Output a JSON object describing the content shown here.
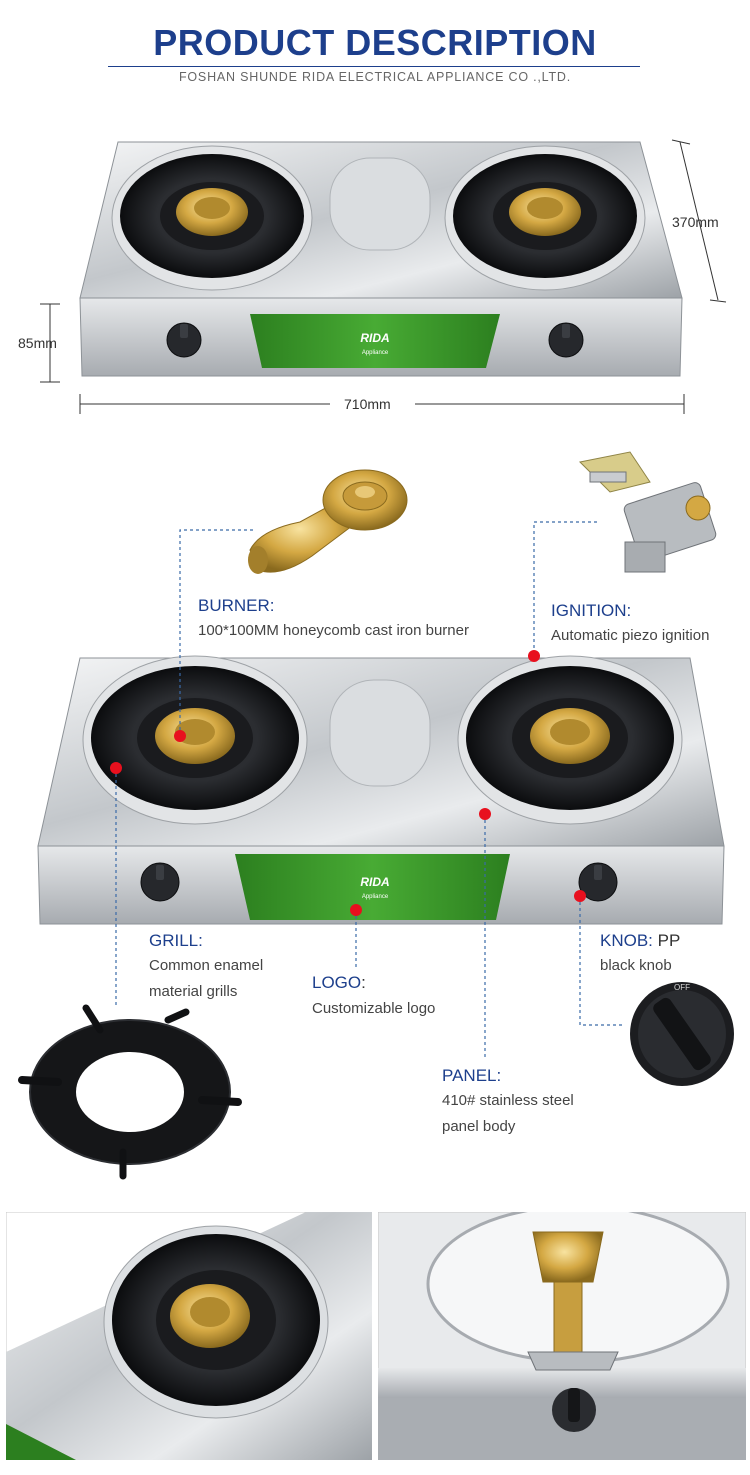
{
  "header": {
    "title": "PRODUCT DESCRIPTION",
    "subtitle": "FOSHAN SHUNDE RIDA ELECTRICAL APPLIANCE CO .,LTD."
  },
  "dimensions": {
    "depth": "370mm",
    "height": "85mm",
    "width": "710mm"
  },
  "brand": {
    "logo": "RIDA",
    "logo_sub": "Appliance",
    "accent": "#3a9a2a"
  },
  "features": {
    "burner": {
      "title": "BURNER:",
      "desc": "100*100MM honeycomb cast iron burner"
    },
    "ignition": {
      "title": "IGNITION:",
      "desc": "Automatic piezo ignition"
    },
    "grill": {
      "title": "GRILL:",
      "desc_line1": "Common enamel",
      "desc_line2": "material grills"
    },
    "logo": {
      "title": "LOGO",
      "colon": ":",
      "desc": "Customizable logo"
    },
    "knob": {
      "title": "KNOB:",
      "title_rest": " PP",
      "desc": "black knob",
      "knob_mark": "OFF"
    },
    "panel": {
      "title": "PANEL:",
      "desc_line1": "410# stainless steel",
      "desc_line2": "panel body"
    }
  },
  "colors": {
    "title_blue": "#1d3f8c",
    "marker_red": "#e8101e",
    "steel": "#c9ccd0",
    "brass": "#d4a843"
  }
}
